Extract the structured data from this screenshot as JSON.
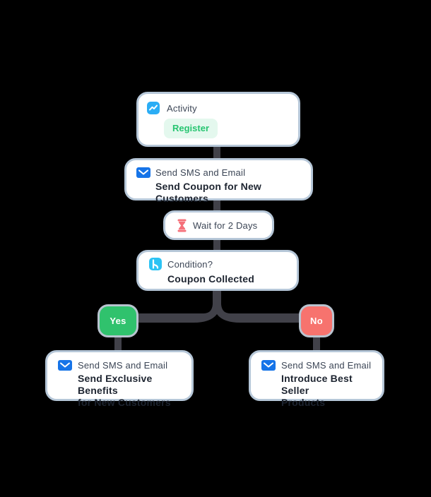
{
  "app": {
    "name": "marketing-automation-flow",
    "background": "#000000"
  },
  "colors": {
    "card_bg": "#ffffff",
    "card_border": "#b6c7d8",
    "connector": "#414149",
    "title_text": "#3c4656",
    "bold_text": "#1d2430",
    "mail_blue": "#1674e8",
    "activity_blue": "#2badf5",
    "condition_cyan": "#2cc3f4",
    "hourglass_red": "#f5707a",
    "yes_green": "#30c26d",
    "no_red": "#f7736e",
    "register_badge_bg": "#e4f8ee",
    "register_badge_text": "#27c571"
  },
  "icons": {
    "activity": "trend-line-icon",
    "mail": "envelope-icon",
    "wait": "hourglass-icon",
    "condition": "branch-icon"
  },
  "flow": {
    "activity": {
      "title": "Activity",
      "badge": "Register"
    },
    "send_coupon": {
      "title": "Send SMS and Email",
      "subtitle": "Send Coupon for New Customers"
    },
    "wait": {
      "title": "Wait for 2 Days"
    },
    "condition": {
      "title": "Condition?",
      "subtitle": "Coupon Collected"
    },
    "branch_yes": {
      "label": "Yes"
    },
    "branch_no": {
      "label": "No"
    },
    "send_benefits": {
      "title": "Send SMS and Email",
      "subtitle_line1": "Send Exclusive Benefits",
      "subtitle_line2": "for New Customers"
    },
    "send_bestseller": {
      "title": "Send SMS and Email",
      "subtitle_line1": "Introduce Best Seller",
      "subtitle_line2": "Products"
    }
  }
}
